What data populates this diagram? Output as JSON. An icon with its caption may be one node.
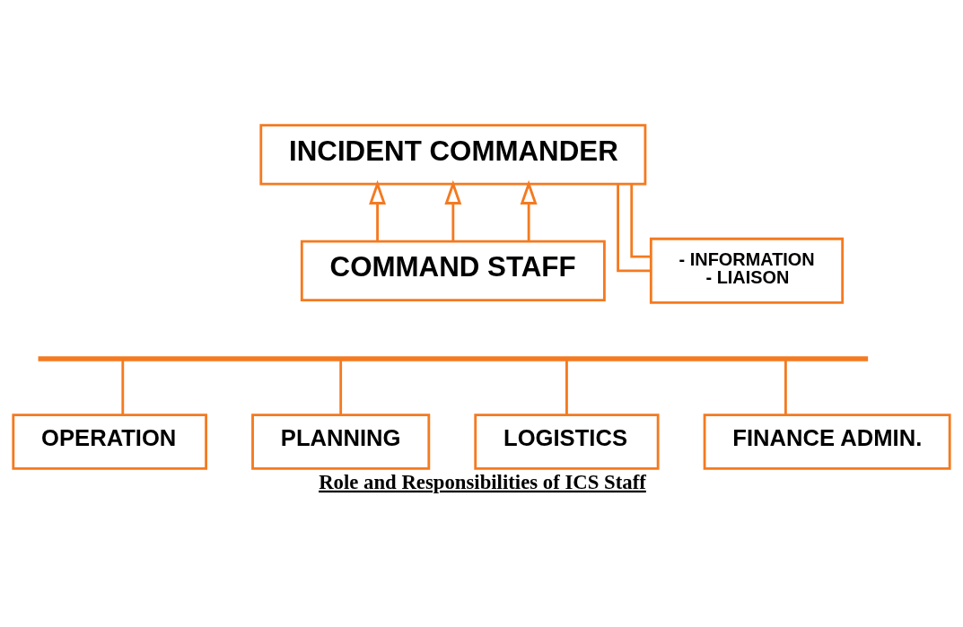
{
  "diagram": {
    "caption": "Role and Responsibilities of ICS Staff",
    "nodes": [
      {
        "text": [
          "INCIDENT COMMANDER"
        ]
      },
      {
        "text": [
          "COMMAND STAFF"
        ]
      },
      {
        "text": [
          "- INFORMATION",
          "- LIAISON"
        ]
      },
      {
        "text": [],
        "shape": "bar"
      },
      {
        "text": [
          "OPERATION"
        ]
      },
      {
        "text": [
          "PLANNING"
        ]
      },
      {
        "text": [
          "LOGISTICS"
        ]
      },
      {
        "text": [
          "FINANCE ADMIN."
        ]
      }
    ],
    "edges": [
      {
        "from": 0,
        "to": 2,
        "arrow": "none"
      },
      {
        "from": 0,
        "to": 2,
        "arrow": "none"
      },
      {
        "from": 1,
        "to": 0,
        "arrow": "to"
      },
      {
        "from": 1,
        "to": 0,
        "arrow": "to"
      },
      {
        "from": 1,
        "to": 0,
        "arrow": "to"
      },
      {
        "from": 3,
        "to": 4,
        "arrow": "none"
      },
      {
        "from": 3,
        "to": 5,
        "arrow": "none"
      },
      {
        "from": 3,
        "to": 6,
        "arrow": "none"
      },
      {
        "from": 3,
        "to": 7,
        "arrow": "none"
      }
    ]
  }
}
